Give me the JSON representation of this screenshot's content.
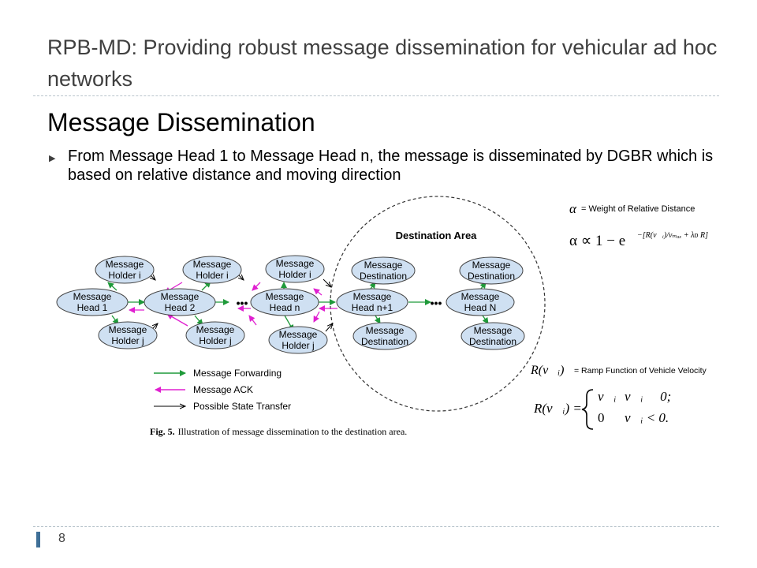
{
  "slide": {
    "title": "RPB-MD: Providing robust message dissemination for vehicular ad hoc networks",
    "heading": "Message Dissemination",
    "bullet_marker": "▶",
    "bullet": "From Message Head 1 to Message Head n, the message is disseminated by DGBR which is based on relative distance and moving direction",
    "page_number": "8"
  },
  "figure": {
    "destination_area": "Destination Area",
    "caption_bold": "Fig. 5.",
    "caption_text": "Illustration of message dissemination to the destination area.",
    "nodes": {
      "holder_i_1": [
        "Message",
        "Holder i"
      ],
      "holder_i_2": [
        "Message",
        "Holder i"
      ],
      "holder_i_3": [
        "Message",
        "Holder i"
      ],
      "head_1": [
        "Message",
        "Head 1"
      ],
      "head_2": [
        "Message",
        "Head 2"
      ],
      "head_n": [
        "Message",
        "Head n"
      ],
      "head_n1": [
        "Message",
        "Head n+1"
      ],
      "head_N": [
        "Message",
        "Head N"
      ],
      "holder_j_1": [
        "Message",
        "Holder j"
      ],
      "holder_j_2": [
        "Message",
        "Holder j"
      ],
      "holder_j_3": [
        "Message",
        "Holder j"
      ],
      "dest_1": [
        "Message",
        "Destination"
      ],
      "dest_2": [
        "Message",
        "Destination"
      ],
      "dest_3": [
        "Message",
        "Destination"
      ],
      "dest_4": [
        "Message",
        "Destination"
      ]
    },
    "ellipsis": "•••",
    "legend": [
      {
        "label": "Message Forwarding",
        "color": "#1f9a3a"
      },
      {
        "label": "Message ACK",
        "color": "#e020d0"
      },
      {
        "label": "Possible State Transfer",
        "color": "#000000"
      }
    ]
  },
  "formulas": {
    "alpha_symbol": "α",
    "alpha_desc": "= Weight of Relative Distance",
    "alpha_formula_lhs": "α ∝ 1 − e",
    "alpha_formula_exp": "−[R(v⃗ᵢ)/vₘₐₓ + λᴅ R]",
    "ramp_symbol": "R(v⃗ᵢ)",
    "ramp_desc": "= Ramp Function of Vehicle Velocity",
    "ramp_lhs": "R(v⃗ᵢ) =",
    "ramp_case1_value": "v⃗ᵢ",
    "ramp_case1_cond": "v⃗ᵢ ⩾ 0;",
    "ramp_case2_value": "0",
    "ramp_case2_cond": "v⃗ᵢ < 0."
  },
  "colors": {
    "node_fill": "#cfe0f2",
    "forward_arrow": "#1f9a3a",
    "ack_arrow": "#e020d0",
    "accent_bar": "#3f6f97"
  }
}
